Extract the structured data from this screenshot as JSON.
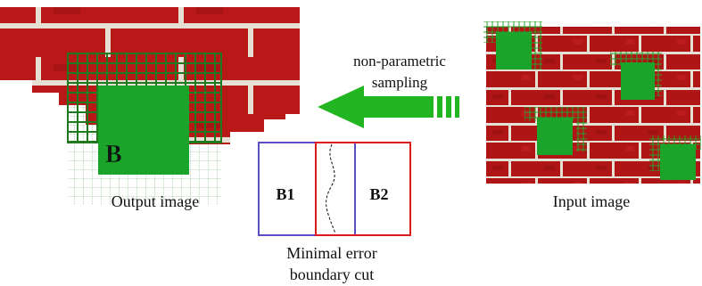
{
  "labels": {
    "output_image": "Output image",
    "input_image": "Input image",
    "sampling_line1": "non-parametric",
    "sampling_line2": "sampling",
    "block_b": "B",
    "block_b1": "B1",
    "block_b2": "B2",
    "cut_line1": "Minimal error",
    "cut_line2": "boundary cut"
  },
  "colors": {
    "brick": "#b01515",
    "mortar": "#e6e0d4",
    "patch_green": "#1aa52a",
    "grid_green": "#2a8a2a",
    "arrow_green": "#22b522",
    "b1_border": "#5a4fc4",
    "b2_border": "#e01a1a"
  }
}
